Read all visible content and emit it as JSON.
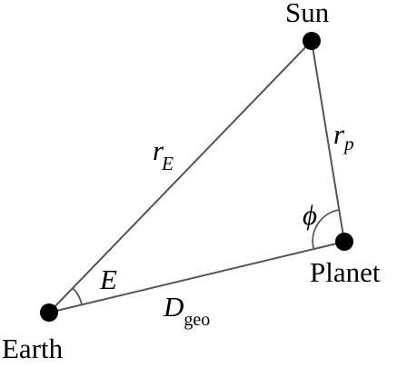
{
  "points": {
    "sun": {
      "label": "Sun"
    },
    "earth": {
      "label": "Earth"
    },
    "planet": {
      "label": "Planet"
    }
  },
  "sides": {
    "earth_sun": {
      "symbol": "r",
      "subscript": "E"
    },
    "sun_planet": {
      "symbol": "r",
      "subscript": "p"
    },
    "earth_planet": {
      "symbol": "D",
      "subscript": "geo"
    }
  },
  "angles": {
    "at_earth": {
      "symbol": "E"
    },
    "at_planet": {
      "symbol": "ϕ"
    }
  },
  "colors": {
    "line": "#555555",
    "point": "#000000",
    "text": "#000000"
  }
}
